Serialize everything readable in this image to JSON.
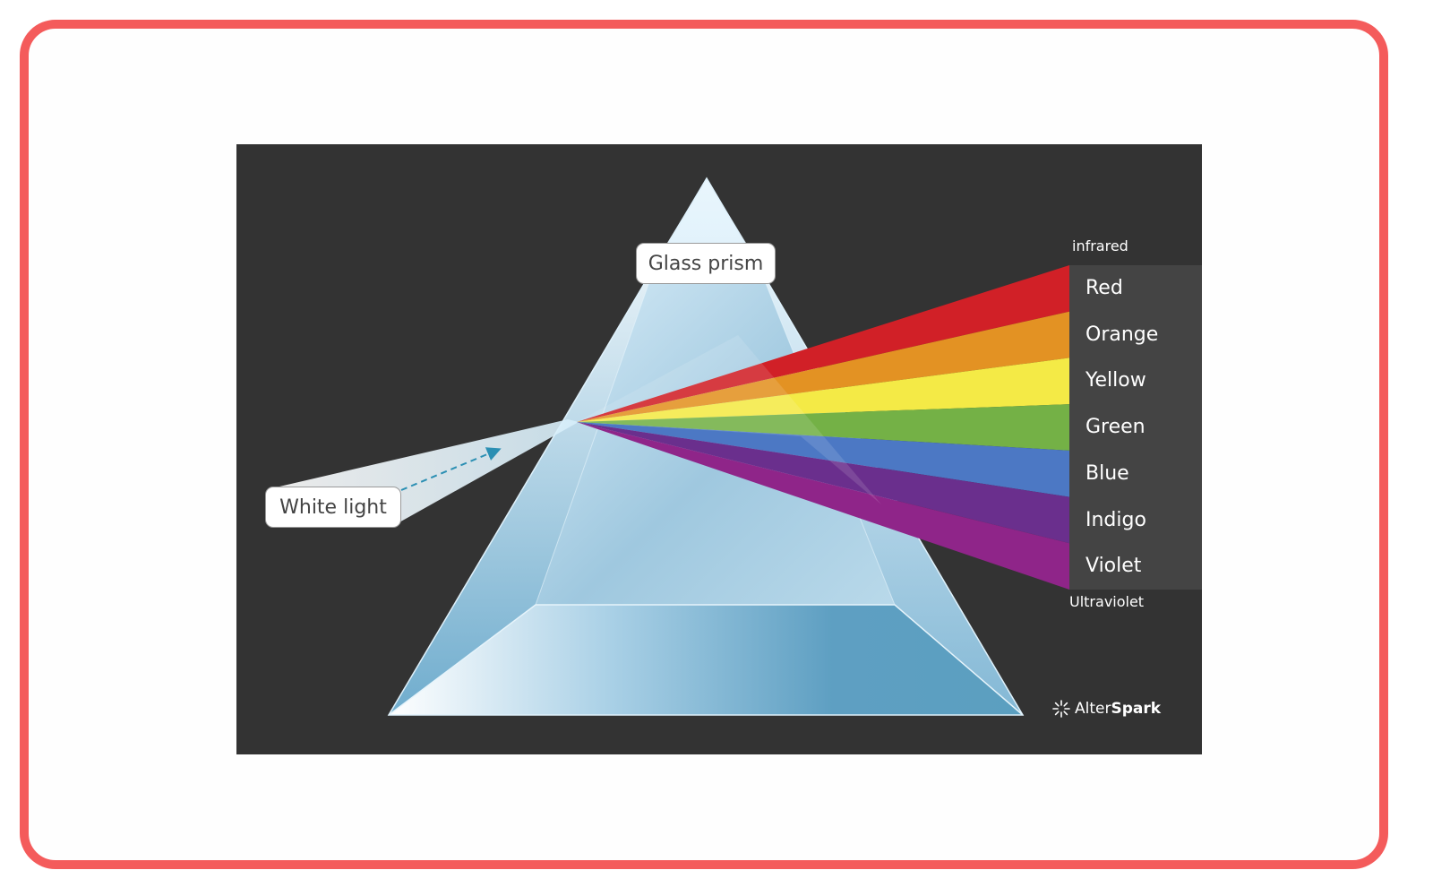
{
  "labels": {
    "glass_prism": "Glass prism",
    "white_light": "White light",
    "infrared": "infrared",
    "ultraviolet": "Ultraviolet"
  },
  "spectrum": [
    {
      "name": "Red",
      "color": "#d12027"
    },
    {
      "name": "Orange",
      "color": "#e39223"
    },
    {
      "name": "Yellow",
      "color": "#f4ea46"
    },
    {
      "name": "Green",
      "color": "#74b146"
    },
    {
      "name": "Blue",
      "color": "#4c78c4"
    },
    {
      "name": "Indigo",
      "color": "#6a2f8d"
    },
    {
      "name": "Violet",
      "color": "#8f2589"
    }
  ],
  "logo": {
    "part1": "Alter",
    "part2": "Spark"
  },
  "colors": {
    "frame_border": "#f45b5b",
    "panel_bg": "#333333",
    "band_panel_bg": "#444444",
    "prism_light": "#e8f6fd",
    "prism_dark": "#5b9fc0",
    "arrow": "#2b8fb3"
  }
}
